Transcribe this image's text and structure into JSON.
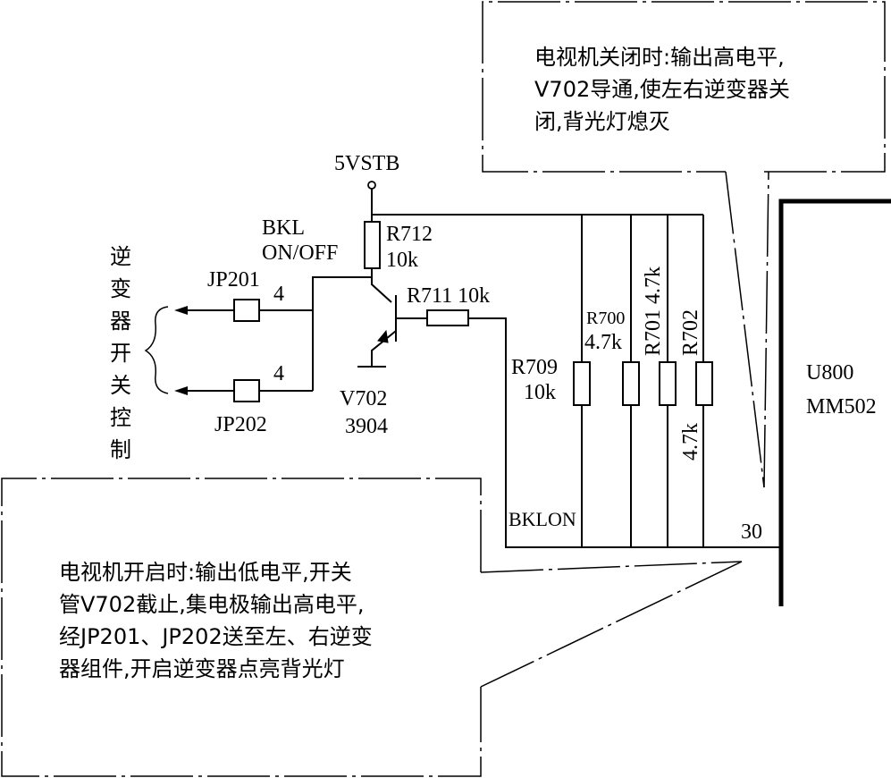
{
  "labels": {
    "supply": "5VSTB",
    "bkl_line1": "BKL",
    "bkl_line2": "ON/OFF",
    "r712_name": "R712",
    "r712_value": "10k",
    "r711": "R711 10k",
    "v702_name": "V702",
    "v702_part": "3904",
    "jp201": "JP201",
    "jp202": "JP202",
    "pin_top": "4",
    "pin_bottom": "4",
    "r709_name": "R709",
    "r709_value": "10k",
    "r700_name": "R700",
    "r700_value": "4.7k",
    "r701": "R701 4.7k",
    "r702_name": "R702",
    "r702_value": "4.7k",
    "bklon": "BKLON",
    "pin_30": "30",
    "u800_name": "U800",
    "u800_part": "MM502"
  },
  "vertical_label": [
    "逆",
    "变",
    "器",
    "开",
    "关",
    "控",
    "制"
  ],
  "callout_off": [
    "电视机关闭时:输出高电平,",
    "V702导通,使左右逆变器关",
    "闭,背光灯熄灭"
  ],
  "callout_on": [
    "电视机开启时:输出低电平,开关",
    "管V702截止,集电极输出高电平,",
    "经JP201、JP202送至左、右逆变",
    "器组件,开启逆变器点亮背光灯"
  ]
}
